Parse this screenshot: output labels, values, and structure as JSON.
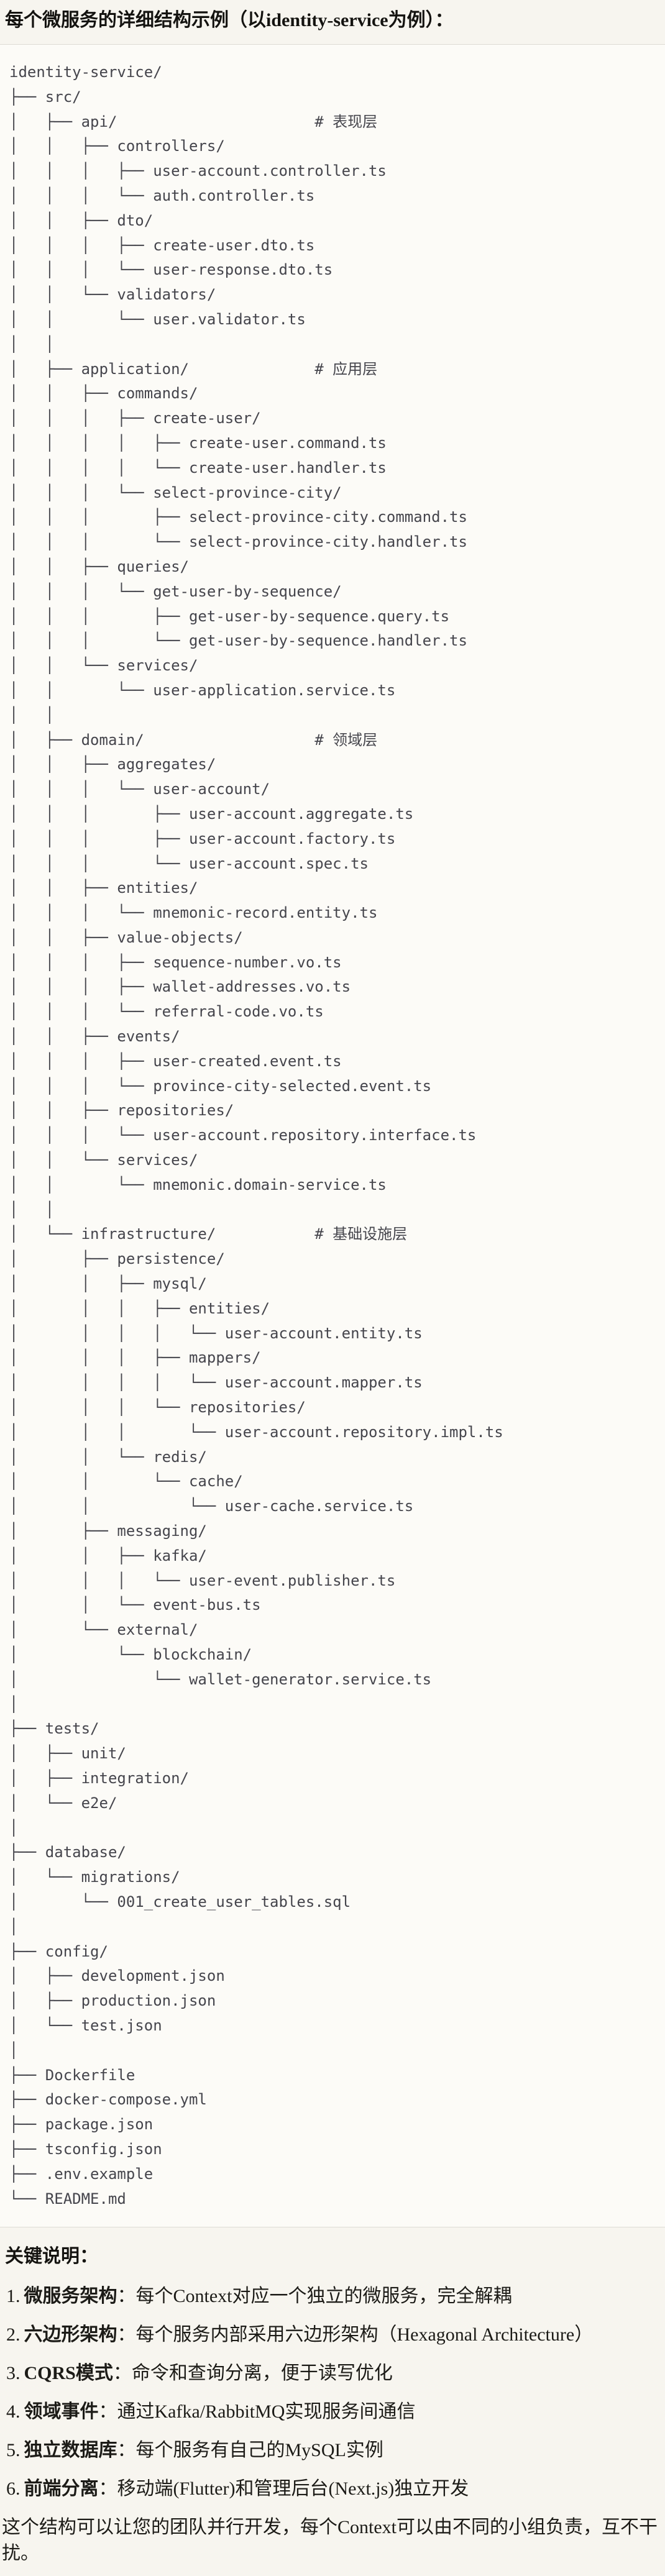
{
  "page": {
    "title": "每个微服务的详细结构示例（以identity-service为例）：",
    "colors": {
      "page_bg": "#F7F5EF",
      "code_bg": "#FCFBF7",
      "code_border": "#DEDCD5",
      "code_text": "#45454C",
      "body_text": "#1C1B17"
    }
  },
  "code_block": {
    "lines": [
      "identity-service/",
      "├── src/",
      "│   ├── api/                      # 表现层",
      "│   │   ├── controllers/",
      "│   │   │   ├── user-account.controller.ts",
      "│   │   │   └── auth.controller.ts",
      "│   │   ├── dto/",
      "│   │   │   ├── create-user.dto.ts",
      "│   │   │   └── user-response.dto.ts",
      "│   │   └── validators/",
      "│   │       └── user.validator.ts",
      "│   │",
      "│   ├── application/              # 应用层",
      "│   │   ├── commands/",
      "│   │   │   ├── create-user/",
      "│   │   │   │   ├── create-user.command.ts",
      "│   │   │   │   └── create-user.handler.ts",
      "│   │   │   └── select-province-city/",
      "│   │   │       ├── select-province-city.command.ts",
      "│   │   │       └── select-province-city.handler.ts",
      "│   │   ├── queries/",
      "│   │   │   └── get-user-by-sequence/",
      "│   │   │       ├── get-user-by-sequence.query.ts",
      "│   │   │       └── get-user-by-sequence.handler.ts",
      "│   │   └── services/",
      "│   │       └── user-application.service.ts",
      "│   │",
      "│   ├── domain/                   # 领域层",
      "│   │   ├── aggregates/",
      "│   │   │   └── user-account/",
      "│   │   │       ├── user-account.aggregate.ts",
      "│   │   │       ├── user-account.factory.ts",
      "│   │   │       └── user-account.spec.ts",
      "│   │   ├── entities/",
      "│   │   │   └── mnemonic-record.entity.ts",
      "│   │   ├── value-objects/",
      "│   │   │   ├── sequence-number.vo.ts",
      "│   │   │   ├── wallet-addresses.vo.ts",
      "│   │   │   └── referral-code.vo.ts",
      "│   │   ├── events/",
      "│   │   │   ├── user-created.event.ts",
      "│   │   │   └── province-city-selected.event.ts",
      "│   │   ├── repositories/",
      "│   │   │   └── user-account.repository.interface.ts",
      "│   │   └── services/",
      "│   │       └── mnemonic.domain-service.ts",
      "│   │",
      "│   └── infrastructure/           # 基础设施层",
      "│       ├── persistence/",
      "│       │   ├── mysql/",
      "│       │   │   ├── entities/",
      "│       │   │   │   └── user-account.entity.ts",
      "│       │   │   ├── mappers/",
      "│       │   │   │   └── user-account.mapper.ts",
      "│       │   │   └── repositories/",
      "│       │   │       └── user-account.repository.impl.ts",
      "│       │   └── redis/",
      "│       │       └── cache/",
      "│       │           └── user-cache.service.ts",
      "│       ├── messaging/",
      "│       │   ├── kafka/",
      "│       │   │   └── user-event.publisher.ts",
      "│       │   └── event-bus.ts",
      "│       └── external/",
      "│           └── blockchain/",
      "│               └── wallet-generator.service.ts",
      "│",
      "├── tests/",
      "│   ├── unit/",
      "│   ├── integration/",
      "│   └── e2e/",
      "│",
      "├── database/",
      "│   └── migrations/",
      "│       └── 001_create_user_tables.sql",
      "│",
      "├── config/",
      "│   ├── development.json",
      "│   ├── production.json",
      "│   └── test.json",
      "│",
      "├── Dockerfile",
      "├── docker-compose.yml",
      "├── package.json",
      "├── tsconfig.json",
      "├── .env.example",
      "└── README.md"
    ]
  },
  "notes": {
    "heading": "关键说明：",
    "items": [
      {
        "marker": "1.",
        "term": "微服务架构",
        "sep": "：",
        "desc": "每个Context对应一个独立的微服务，完全解耦"
      },
      {
        "marker": "2.",
        "term": "六边形架构",
        "sep": "：",
        "desc": "每个服务内部采用六边形架构（Hexagonal Architecture）"
      },
      {
        "marker": "3.",
        "term": "CQRS模式",
        "sep": "：",
        "desc": "命令和查询分离，便于读写优化"
      },
      {
        "marker": "4.",
        "term": "领域事件",
        "sep": "：",
        "desc": "通过Kafka/RabbitMQ实现服务间通信"
      },
      {
        "marker": "5.",
        "term": "独立数据库",
        "sep": "：",
        "desc": "每个服务有自己的MySQL实例"
      },
      {
        "marker": "6.",
        "term": "前端分离",
        "sep": "：",
        "desc": "移动端(Flutter)和管理后台(Next.js)独立开发"
      }
    ],
    "closing": "这个结构可以让您的团队并行开发，每个Context可以由不同的小组负责，互不干扰。"
  }
}
